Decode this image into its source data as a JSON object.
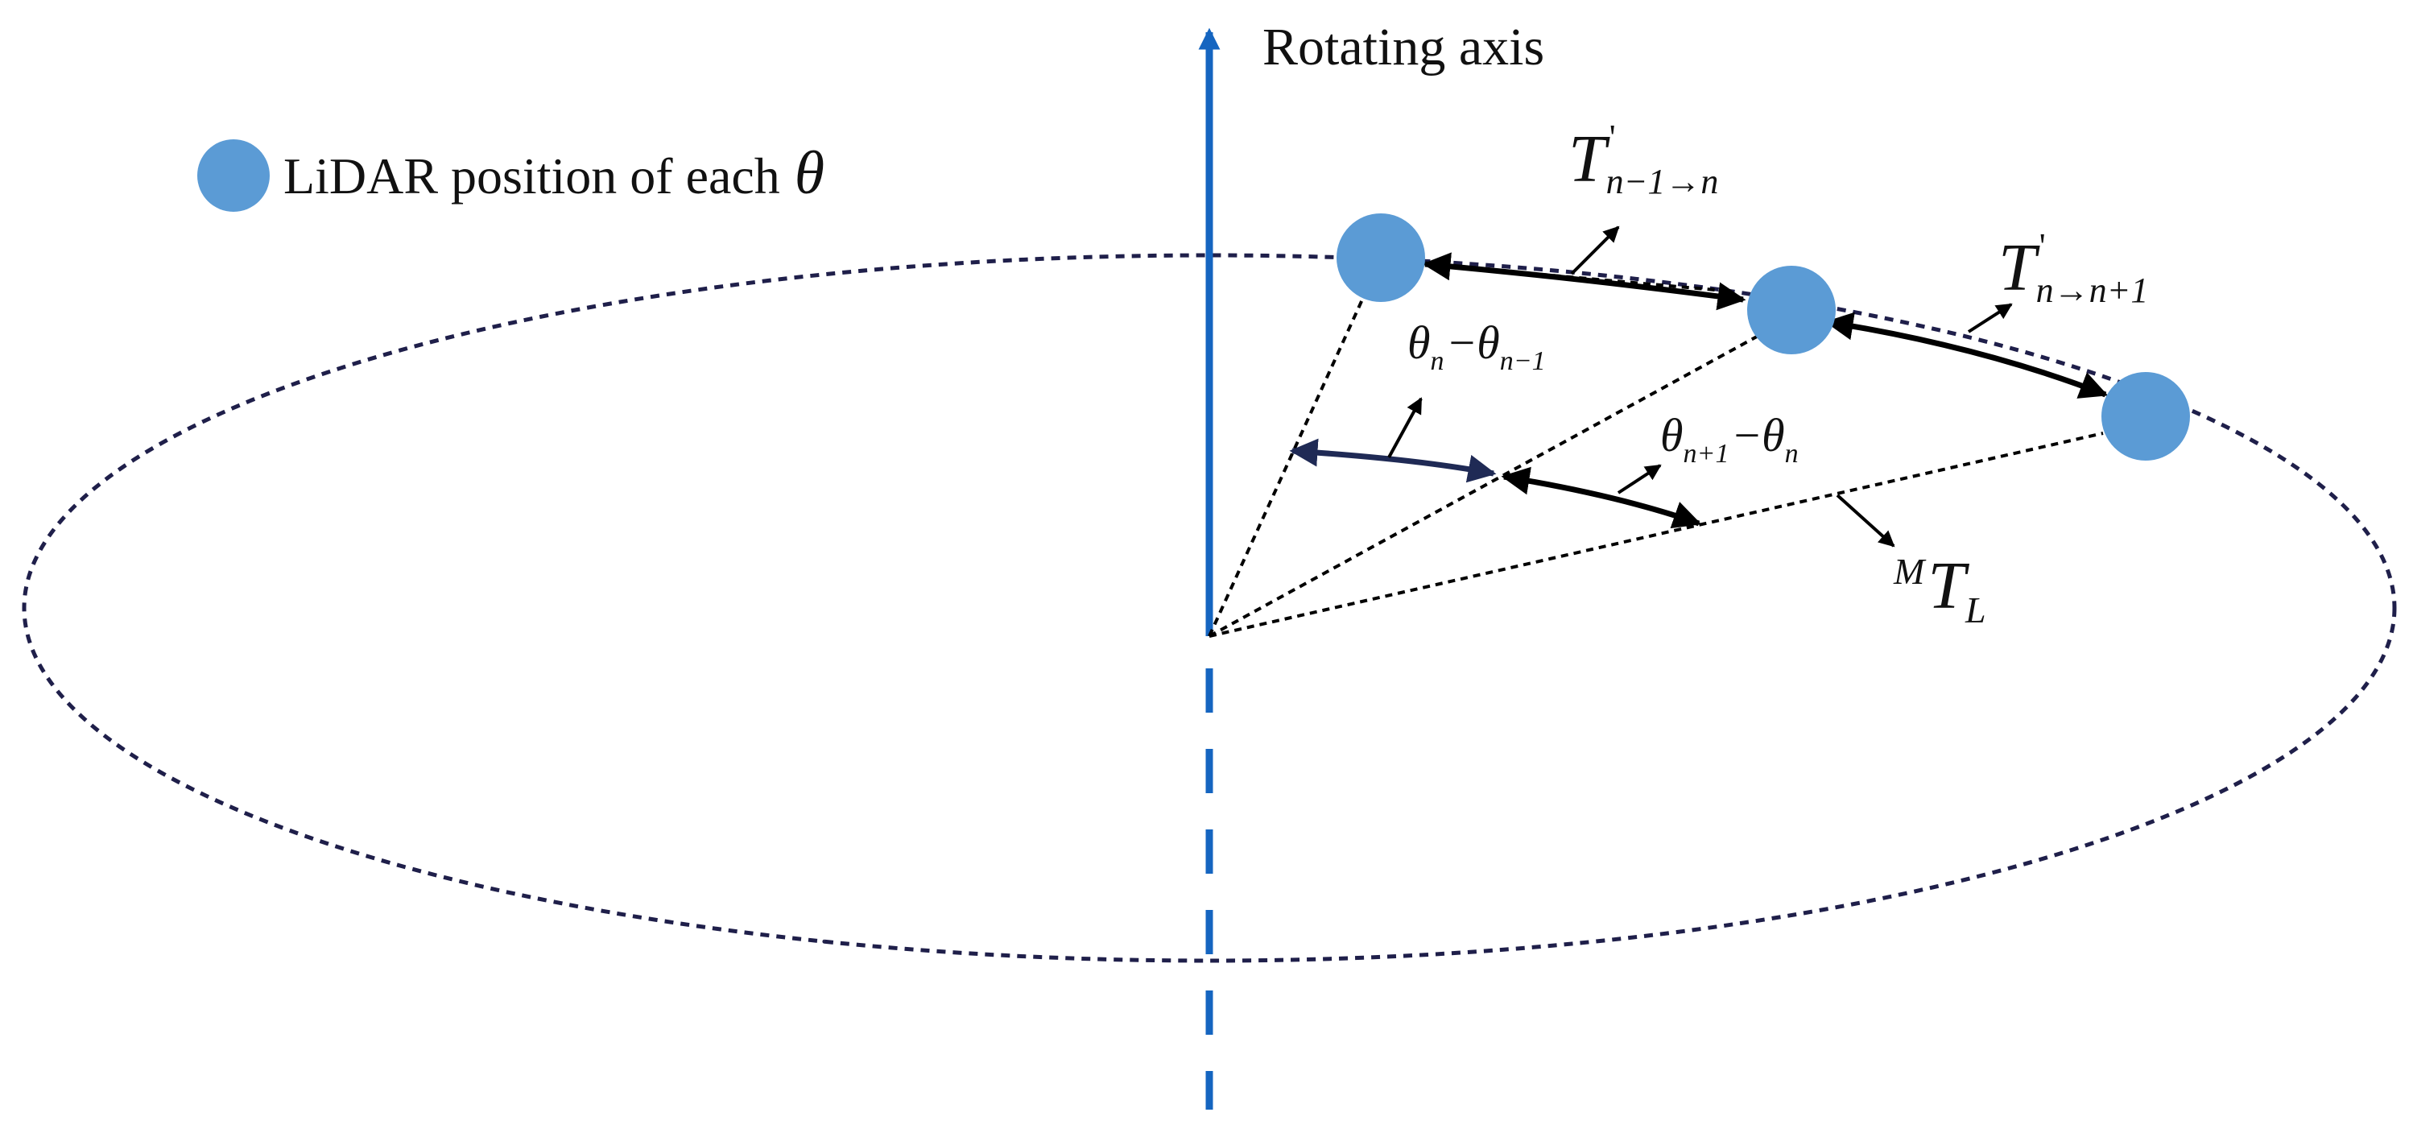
{
  "axis": {
    "label": "Rotating axis",
    "color": "#1565c0"
  },
  "legend": {
    "text": "LiDAR position of each",
    "symbol": "θ",
    "marker_color": "#5b9bd5"
  },
  "labels": {
    "t_prev": {
      "base": "T",
      "prime": "'",
      "sub": "n−1→n"
    },
    "t_next": {
      "base": "T",
      "prime": "'",
      "sub": "n→n+1"
    },
    "theta_prev": {
      "a": "θ",
      "a_sub": "n",
      "minus": "−",
      "b": "θ",
      "b_sub": "n−1"
    },
    "theta_next": {
      "a": "θ",
      "a_sub": "n+1",
      "minus": "−",
      "b": "θ",
      "b_sub": "n"
    },
    "mtl": {
      "sup": "M",
      "base": "T",
      "sub": "L"
    }
  },
  "colors": {
    "orbit": "#1f1f4a",
    "arrow": "#000000",
    "dark_arrow": "#1f2a55"
  }
}
